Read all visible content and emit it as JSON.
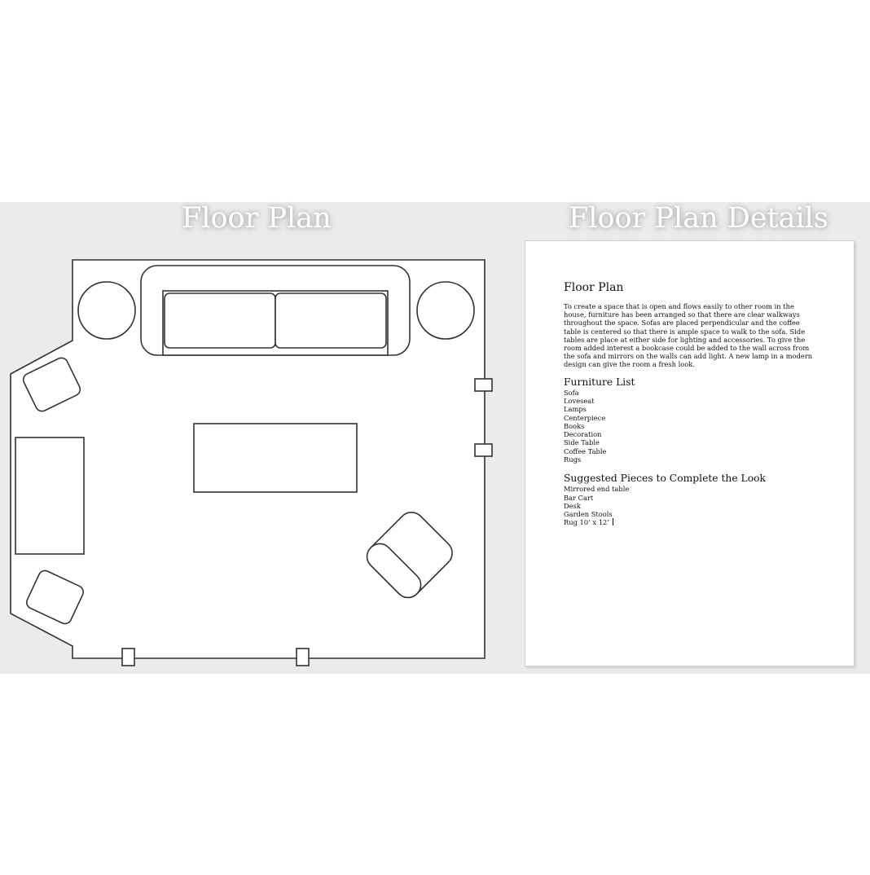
{
  "headings": {
    "floor_plan": "Floor Plan",
    "details": "Floor Plan Details"
  },
  "colors": {
    "band_background": "#ebebeb",
    "heading_text": "#ffffff",
    "outline": "#333333"
  },
  "document": {
    "title": "Floor Plan",
    "paragraph": "To create a space that is open and flows easily to other room in the house, furniture has been arranged so that there are clear walkways throughout the space. Sofas are placed perpendicular and the coffee table is centered so that there is ample space to walk to the sofa. Side tables are place at either side for lighting and accessories. To give the room added interest a bookcase could be added to the wall across from the sofa and mirrors on the walls can add light. A new lamp in a modern design can give the room a fresh look.",
    "furniture_title": "Furniture List",
    "furniture": [
      "Sofa",
      "Loveseat",
      "Lamps",
      "Centerpiece",
      "Books",
      "Decoration",
      "Side Table",
      "Coffee Table",
      "Rugs"
    ],
    "suggested_title": "Suggested Pieces to Complete the Look",
    "suggested": [
      "Mirrored end table",
      "Bar Cart",
      "Desk",
      "Garden Stools",
      "Rug 10’ x 12’"
    ]
  }
}
